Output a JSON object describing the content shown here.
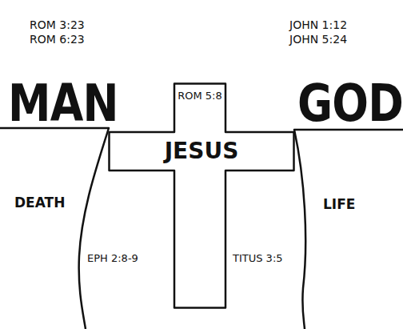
{
  "diagram": {
    "nodes": [
      {
        "text": [
          "ROM 5:8",
          "JESUS"
        ]
      }
    ],
    "labels": [
      "ROM 3:23",
      "ROM 6:23",
      "JOHN 1:12",
      "JOHN 5:24",
      "MAN",
      "GOD",
      "DEATH",
      "LIFE",
      "EPH 2:8-9",
      "TITUS 3:5"
    ]
  }
}
